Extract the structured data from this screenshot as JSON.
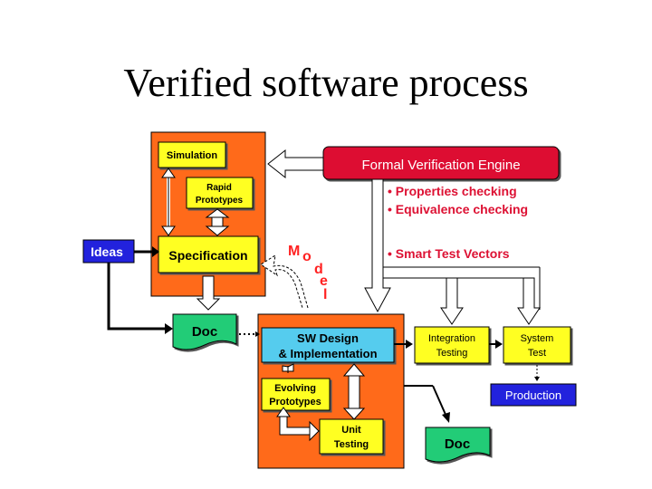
{
  "title": "Verified software process",
  "nodes": {
    "simulation": "Simulation",
    "rapid_1": "Rapid",
    "rapid_2": "Prototypes",
    "specification": "Specification",
    "ideas": "Ideas",
    "doc_top": "Doc",
    "engine": "Formal Verification Engine",
    "bullet_properties": "• Properties checking",
    "bullet_equivalence": "• Equivalence checking",
    "bullet_vectors": "• Smart Test Vectors",
    "model_letters": [
      "M",
      "o",
      "d",
      "e",
      "l"
    ],
    "sw_design_1": "SW Design",
    "sw_design_2": "& Implementation",
    "integration_1": "Integration",
    "integration_2": "Testing",
    "system_1": "System",
    "system_2": "Test",
    "production": "Production",
    "evolving_1": "Evolving",
    "evolving_2": "Prototypes",
    "unit_1": "Unit",
    "unit_2": "Testing",
    "doc_bottom": "Doc"
  },
  "colors": {
    "orange": "#ff6a1a",
    "yellow": "#ffff22",
    "cyan": "#55ccee",
    "red": "#dd1133",
    "blue": "#2222dd",
    "green": "#22cc77",
    "model_red": "#ff2222"
  }
}
